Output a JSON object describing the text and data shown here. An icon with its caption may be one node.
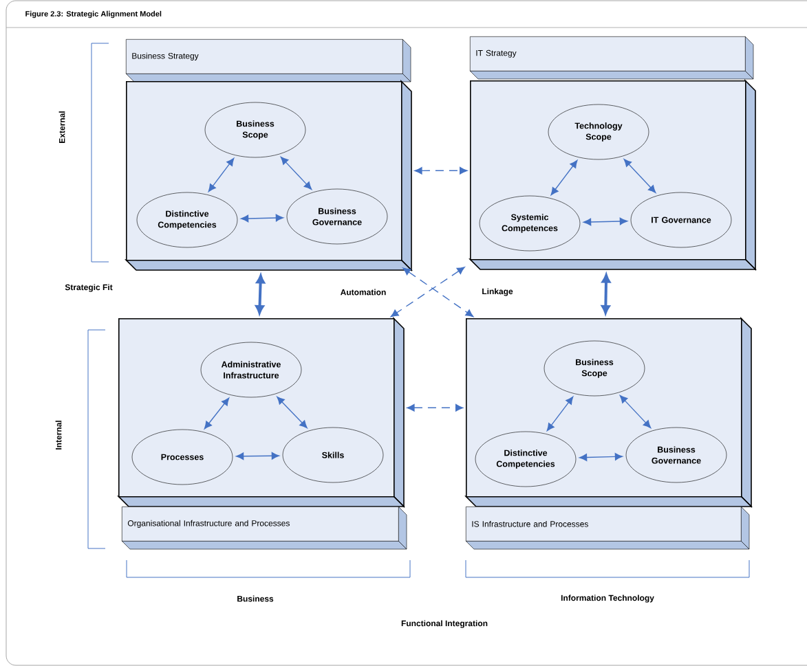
{
  "diagram": {
    "title": "Figure 2.3: Strategic Alignment Model",
    "nodes": [
      {
        "text": [
          "Business Strategy"
        ]
      },
      {
        "text": [],
        "shape": "box"
      },
      {
        "text": [
          "Business Scope"
        ],
        "in": 1
      },
      {
        "text": [
          "Distinctive Competencies"
        ],
        "in": 1
      },
      {
        "text": [
          "Business Governance"
        ],
        "in": 1
      },
      {
        "text": [
          "IT Strategy"
        ]
      },
      {
        "text": [],
        "shape": "box"
      },
      {
        "text": [
          "Technology Scope"
        ],
        "in": 6
      },
      {
        "text": [
          "Systemic Competences"
        ],
        "in": 6
      },
      {
        "text": [
          "IT Governance"
        ],
        "in": 6
      },
      {
        "text": [],
        "shape": "box"
      },
      {
        "text": [
          "Administrative Infrastructure"
        ],
        "in": 10
      },
      {
        "text": [
          "Processes"
        ],
        "in": 10
      },
      {
        "text": [
          "Skills"
        ],
        "in": 10
      },
      {
        "text": [
          "Organisational Infrastructure and Processes"
        ]
      },
      {
        "text": [],
        "shape": "box"
      },
      {
        "text": [
          "Business Scope"
        ],
        "in": 15
      },
      {
        "text": [
          "Distinctive Competencies"
        ],
        "in": 15
      },
      {
        "text": [
          "Business Governance"
        ],
        "in": 15
      },
      {
        "text": [
          "IS Infrastructure and Processes"
        ]
      }
    ],
    "edges": [
      {
        "from": 2,
        "to": 3,
        "arrow": "both"
      },
      {
        "from": 2,
        "to": 4,
        "arrow": "both"
      },
      {
        "from": 3,
        "to": 4,
        "arrow": "both"
      },
      {
        "from": 7,
        "to": 8,
        "arrow": "both"
      },
      {
        "from": 7,
        "to": 9,
        "arrow": "both"
      },
      {
        "from": 8,
        "to": 9,
        "arrow": "both"
      },
      {
        "from": 11,
        "to": 12,
        "arrow": "both"
      },
      {
        "from": 11,
        "to": 13,
        "arrow": "both"
      },
      {
        "from": 12,
        "to": 13,
        "arrow": "both"
      },
      {
        "from": 16,
        "to": 17,
        "arrow": "both"
      },
      {
        "from": 16,
        "to": 18,
        "arrow": "both"
      },
      {
        "from": 17,
        "to": 18,
        "arrow": "both"
      },
      {
        "from": 1,
        "to": 6,
        "arrow": "both",
        "style": "dashed"
      },
      {
        "from": 10,
        "to": 15,
        "arrow": "both",
        "style": "dashed"
      },
      {
        "from": 1,
        "to": 10,
        "arrow": "both",
        "style": "thick"
      },
      {
        "from": 6,
        "to": 15,
        "arrow": "both",
        "style": "thick"
      },
      {
        "from": 1,
        "to": 15,
        "arrow": "both",
        "style": "dashed"
      },
      {
        "from": 6,
        "to": 10,
        "arrow": "both",
        "style": "dashed"
      }
    ],
    "labels": [
      "External",
      "Strategic Fit",
      "Automation",
      "Linkage",
      "Internal",
      "Business",
      "Information Technology",
      "Functional Integration"
    ]
  }
}
